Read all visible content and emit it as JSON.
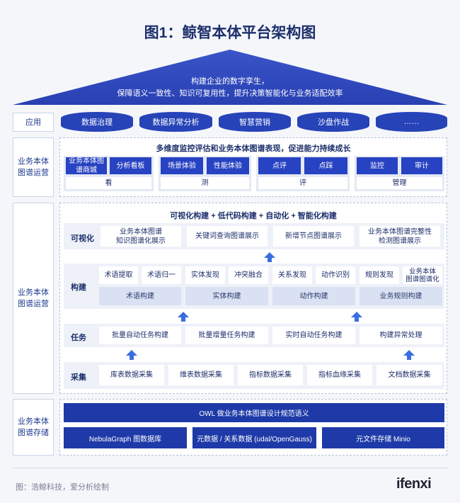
{
  "title": "图1：鲸智本体平台架构图",
  "roof": {
    "line1": "构建企业的数字孪生，",
    "line2": "保障语义一致性、知识可复用性，提升决策智能化与业务适配效率"
  },
  "application": {
    "label": "应用",
    "items": [
      "数据治理",
      "数据异常分析",
      "智慧营销",
      "沙盘作战",
      "……"
    ]
  },
  "operations": {
    "label": "业务本体\n图谱运营",
    "heading": "多维度监控评估和业务本体图谱表现，促进能力持续成长",
    "groups": [
      {
        "items": [
          "业务本体图谱商城",
          "分析看板"
        ],
        "caption": "看"
      },
      {
        "items": [
          "场景体验",
          "性能体验"
        ],
        "caption": "测"
      },
      {
        "items": [
          "点评",
          "点踩"
        ],
        "caption": "评"
      },
      {
        "items": [
          "监控",
          "审计"
        ],
        "caption": "管理"
      }
    ]
  },
  "build": {
    "label": "业务本体\n图谱运营",
    "heading": "可视化构建 + 低代码构建 + 自动化 + 智能化构建",
    "visual": {
      "label": "可视化",
      "items": [
        "业务本体图谱\n知识图谱化展示",
        "关键词查询图谱展示",
        "新增节点图谱展示",
        "业务本体图谱完整性\n检测图谱展示"
      ]
    },
    "construct": {
      "label": "构建",
      "groups": [
        {
          "items": [
            "术语提取",
            "术语归一"
          ],
          "caption": "术语构建"
        },
        {
          "items": [
            "实体发现",
            "冲突融合"
          ],
          "caption": "实体构建"
        },
        {
          "items": [
            "关系发现",
            "动作识别"
          ],
          "caption": "动作构建"
        },
        {
          "items": [
            "规则发现",
            "业务本体\n图谱图谱化"
          ],
          "caption": "业务规则构建"
        }
      ]
    },
    "task": {
      "label": "任务",
      "items": [
        "批量自动任务构建",
        "批量增量任务构建",
        "实时自动任务构建",
        "构建异常处理"
      ]
    },
    "collect": {
      "label": "采集",
      "items": [
        "库表数据采集",
        "维表数据采集",
        "指标数据采集",
        "指标血缘采集",
        "文档数据采集"
      ]
    }
  },
  "storage": {
    "label": "业务本体\n图谱存储",
    "top": "OWL 做业务本体图谱设计规范语义",
    "items": [
      "NebulaGraph 图数据库",
      "元数据 / 关系数据 (udal/OpenGauss)",
      "元文件存储 Minio"
    ]
  },
  "footer": {
    "source": "图：浩鲸科技，爱分析绘制",
    "logo": "ifenxi"
  },
  "colors": {
    "primary": "#2742c2",
    "dark": "#1e3aa8",
    "light": "#e4e9f5"
  }
}
